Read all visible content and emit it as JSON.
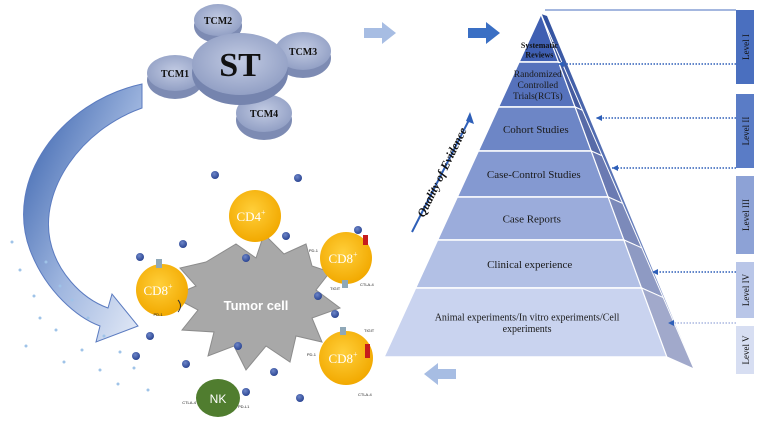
{
  "st_cluster": {
    "center": "ST",
    "satellites": [
      "TCM2",
      "TCM1",
      "TCM3",
      "TCM4"
    ]
  },
  "pyramid": {
    "axis_label": "Quality of Evidence",
    "levels": [
      {
        "text_lines": [
          "Systematic",
          "Reviews"
        ]
      },
      {
        "text_lines": [
          "Randomized",
          "Controlled",
          "Trials(RCTs)"
        ]
      },
      {
        "text_lines": [
          "Cohort Studies"
        ]
      },
      {
        "text_lines": [
          "Case-Control Studies"
        ]
      },
      {
        "text_lines": [
          "Case Reports"
        ]
      },
      {
        "text_lines": [
          "Clinical experience"
        ]
      },
      {
        "text_lines": [
          "Animal experiments/In vitro experiments/Cell",
          "experiments"
        ]
      }
    ]
  },
  "level_tags": [
    "Level I",
    "Level II",
    "Level III",
    "Level IV",
    "Level V"
  ],
  "tumor": {
    "center_label": "Tumor cell",
    "cd4": {
      "label": "CD4",
      "sup": "+"
    },
    "cd8": {
      "label": "CD8",
      "sup": "+"
    },
    "nk": "NK",
    "markers": {
      "pd1": "PD-1",
      "pdl1": "PD-L1",
      "ctla4": "CTLA-4",
      "tigit": "TIGIT",
      "tim3": "Tim-3"
    }
  },
  "colors": {
    "pyramid_light": "#c9d3ef",
    "pyramid_dark": "#3f5fb2",
    "arrow_blue": "#3a6fc4",
    "cell_yellow": "#f6b81a",
    "nk_green": "#4f7f2e",
    "tumor_gray": "#a6a6a6",
    "dot_blue": "#3c5aa8",
    "tablet_blue": "#9aa7c9"
  }
}
